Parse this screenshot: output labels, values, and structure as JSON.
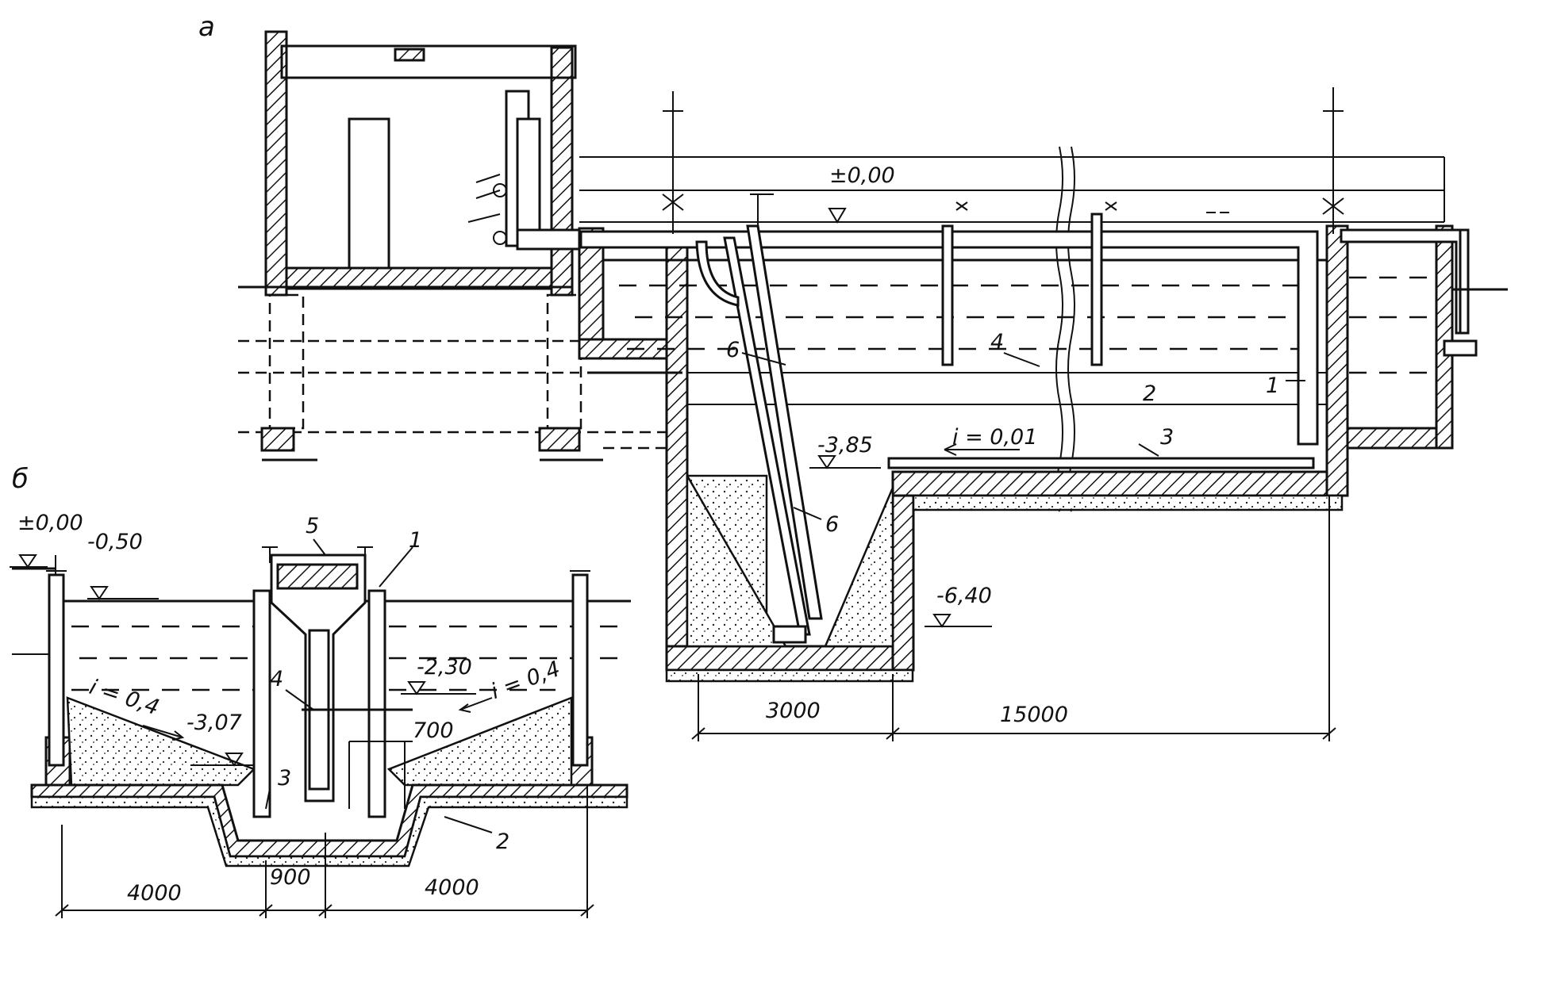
{
  "labels": {
    "section_a": "а",
    "section_b": "б"
  },
  "elevations_a": {
    "top": "±0,00",
    "tray": "-3,85",
    "bottom": "-6,40"
  },
  "slope_a": "i = 0,01",
  "dimensions_a": {
    "pit_width": "3000",
    "tank_length": "15000"
  },
  "callouts_a": [
    "1",
    "2",
    "3",
    "4",
    "6",
    "6"
  ],
  "elevations_b": {
    "ground": "±0,00",
    "water": "-0,50",
    "pipe": "-2,30",
    "trench": "-3,07"
  },
  "slopes_b": {
    "left": "i = 0,4",
    "right": "i = 0,4"
  },
  "dimensions_b": {
    "gap": "700",
    "left": "4000",
    "center": "900",
    "right": "4000"
  },
  "callouts_b": [
    "1",
    "2",
    "3",
    "4",
    "5"
  ]
}
